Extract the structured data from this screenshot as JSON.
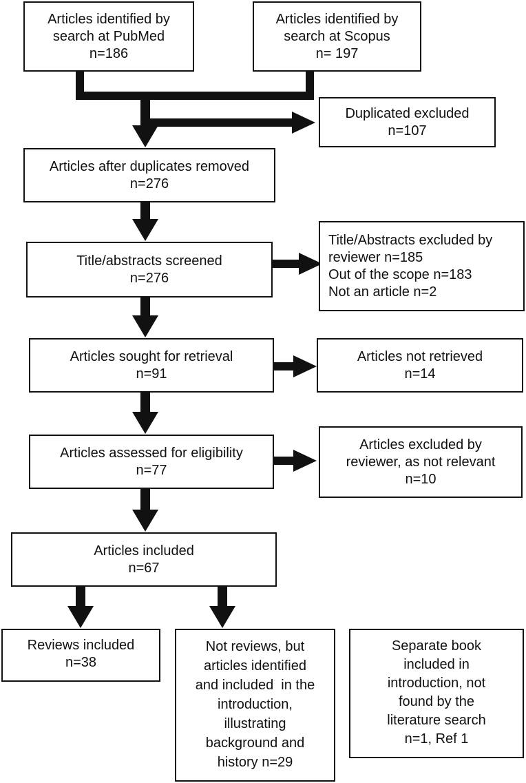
{
  "boxes": {
    "pubmed": [
      "Articles identified by",
      "search at PubMed",
      "n=186"
    ],
    "scopus": [
      "Articles identified by",
      "search at Scopus",
      "n= 197"
    ],
    "duplicates_excluded": [
      "Duplicated excluded",
      "n=107"
    ],
    "after_duplicates": [
      "Articles after duplicates removed",
      "n=276"
    ],
    "screened": [
      "Title/abstracts screened",
      "n=276"
    ],
    "screen_excluded": [
      "Title/Abstracts excluded by",
      "reviewer n=185",
      "Out of the scope n=183",
      "Not an article n=2"
    ],
    "sought": [
      "Articles sought for retrieval",
      "n=91"
    ],
    "not_retrieved": [
      "Articles not retrieved",
      "n=14"
    ],
    "assessed": [
      "Articles assessed for eligibility",
      "n=77"
    ],
    "eligibility_excluded": [
      "Articles excluded by",
      "reviewer, as not relevant",
      "n=10"
    ],
    "included": [
      "Articles included",
      "n=67"
    ],
    "reviews": [
      "Reviews included",
      "n=38"
    ],
    "not_reviews": [
      "Not reviews, but",
      "articles identified",
      "and included  in the",
      "introduction,",
      "illustrating",
      "background and",
      "history n=29"
    ],
    "book": [
      "Separate book",
      "included in",
      "introduction, not",
      "found by the",
      "literature search",
      "n=1, Ref 1"
    ]
  }
}
